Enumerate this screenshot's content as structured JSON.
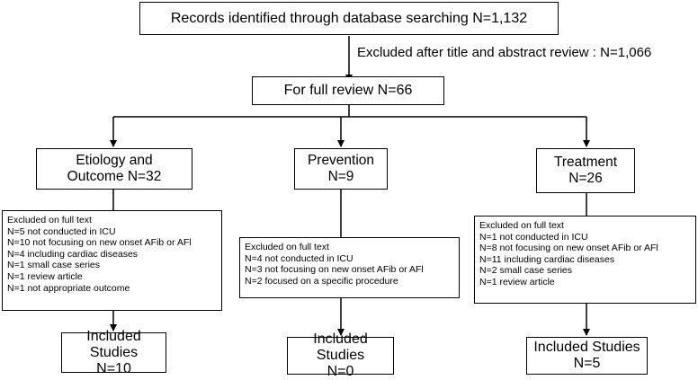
{
  "records": {
    "text": "Records identified through database searching N=1,132"
  },
  "excluded_screen": {
    "text": "Excluded after title and abstract review : N=1,066"
  },
  "full_review": {
    "text": "For full review  N=66"
  },
  "categories": [
    {
      "title_lines": [
        "Etiology and",
        "Outcome N=32"
      ],
      "excluded_lines": [
        "Excluded on full text",
        "N=5 not conducted in ICU",
        "N=10 not focusing on new onset AFib or AFl",
        "N=4 including cardiac diseases",
        "N=1 small case series",
        "N=1 review article",
        "N=1 not appropriate outcome"
      ],
      "included_lines": [
        "Included Studies",
        "N=10"
      ]
    },
    {
      "title_lines": [
        "Prevention",
        "N=9"
      ],
      "excluded_lines": [
        "Excluded on full text",
        "N=4 not conducted in ICU",
        "N=3 not focusing on new onset AFib or AFl",
        "N=2 focused on a specific procedure"
      ],
      "included_lines": [
        "Included Studies",
        "N=0"
      ]
    },
    {
      "title_lines": [
        "Treatment",
        "N=26"
      ],
      "excluded_lines": [
        "Excluded on full text",
        "N=1 not conducted in ICU",
        "N=8 not focusing on new onset AFib or AFl",
        "N=11 including cardiac diseases",
        "N=2 small case series",
        "N=1 review article"
      ],
      "included_lines": [
        "Included Studies",
        "N=5"
      ]
    }
  ]
}
